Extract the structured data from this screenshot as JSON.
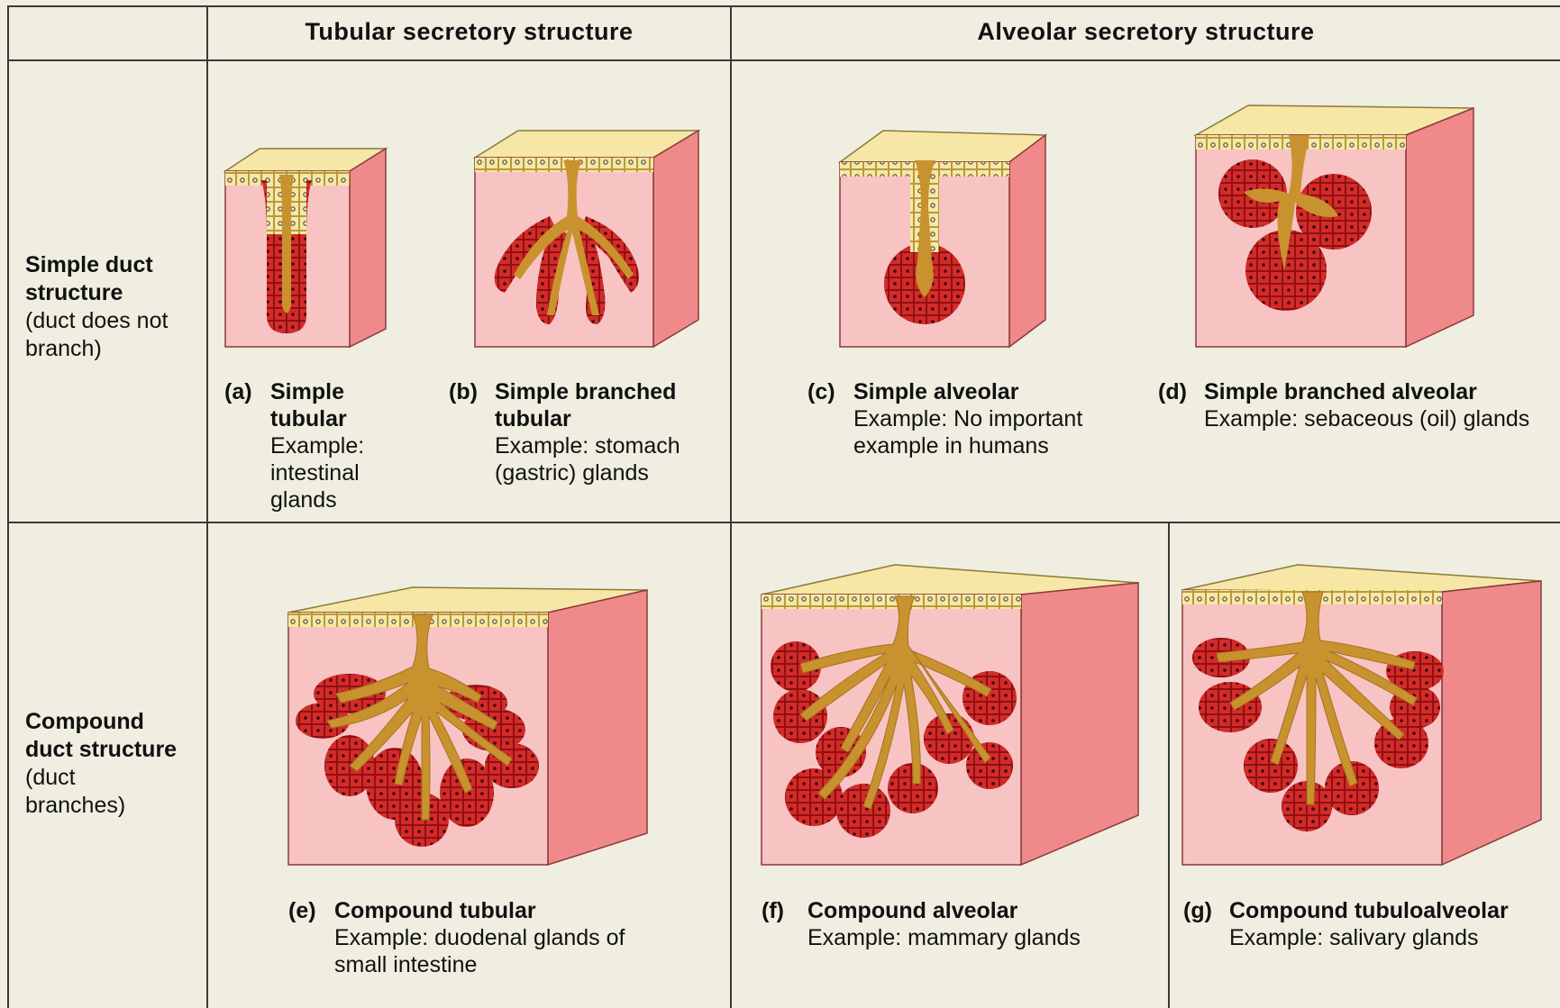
{
  "columns": {
    "tubular": "Tubular secretory structure",
    "alveolar": "Alveolar secretory structure"
  },
  "rows": {
    "simple": {
      "title": "Simple duct structure",
      "note": "(duct does not branch)"
    },
    "compound": {
      "title": "Compound duct structure",
      "note": "(duct branches)"
    }
  },
  "panels": [
    {
      "letter": "(a)",
      "name": "Simple tubular",
      "example": "Example: intestinal glands"
    },
    {
      "letter": "(b)",
      "name": "Simple branched tubular",
      "example": "Example: stomach (gastric) glands"
    },
    {
      "letter": "(c)",
      "name": "Simple alveolar",
      "example": "Example: No important example in humans"
    },
    {
      "letter": "(d)",
      "name": "Simple branched alveolar",
      "example": "Example: sebaceous (oil) glands"
    },
    {
      "letter": "(e)",
      "name": "Compound tubular",
      "example": "Example: duodenal glands of small intestine"
    },
    {
      "letter": "(f)",
      "name": "Compound alveolar",
      "example": "Example: mammary glands"
    },
    {
      "letter": "(g)",
      "name": "Compound tubuloalveolar",
      "example": "Example: salivary glands"
    }
  ],
  "colors": {
    "background": "#efeee0",
    "tissue": "#f7c3c3",
    "tissue_side": "#f08a8a",
    "epithelium": "#f6e7a6",
    "duct": "#c8922e",
    "secretory": "#d42a2a"
  }
}
